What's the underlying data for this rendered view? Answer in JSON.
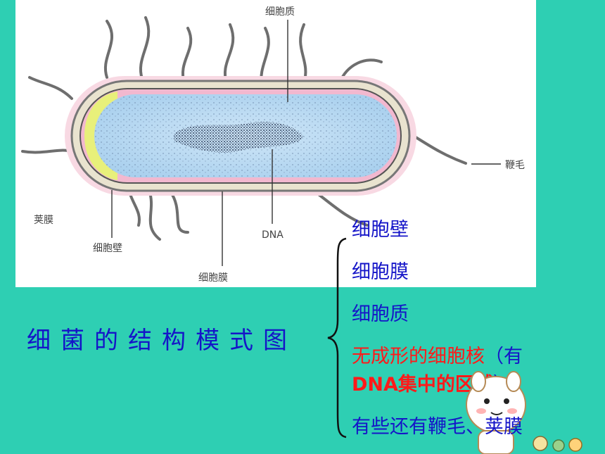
{
  "diagram": {
    "labels": {
      "cytoplasm": "细胞质",
      "flagellum": "鞭毛",
      "capsule": "荚膜",
      "cell_wall": "细胞壁",
      "dna": "DNA",
      "cell_membrane": "细胞膜"
    }
  },
  "title": "细菌的结构模式图",
  "list": {
    "item1": "细胞壁",
    "item2": "细胞膜",
    "item3": "细胞质",
    "item4_red": "无成形的细胞核",
    "item4_blue": "（有",
    "item4_dna": "DNA集中的区域",
    "item4_close": "）",
    "item5": "有些还有鞭毛、荚膜"
  },
  "colors": {
    "background": "#2ecfb3",
    "text_blue": "#1515c8",
    "text_red": "#ff1a1a"
  }
}
